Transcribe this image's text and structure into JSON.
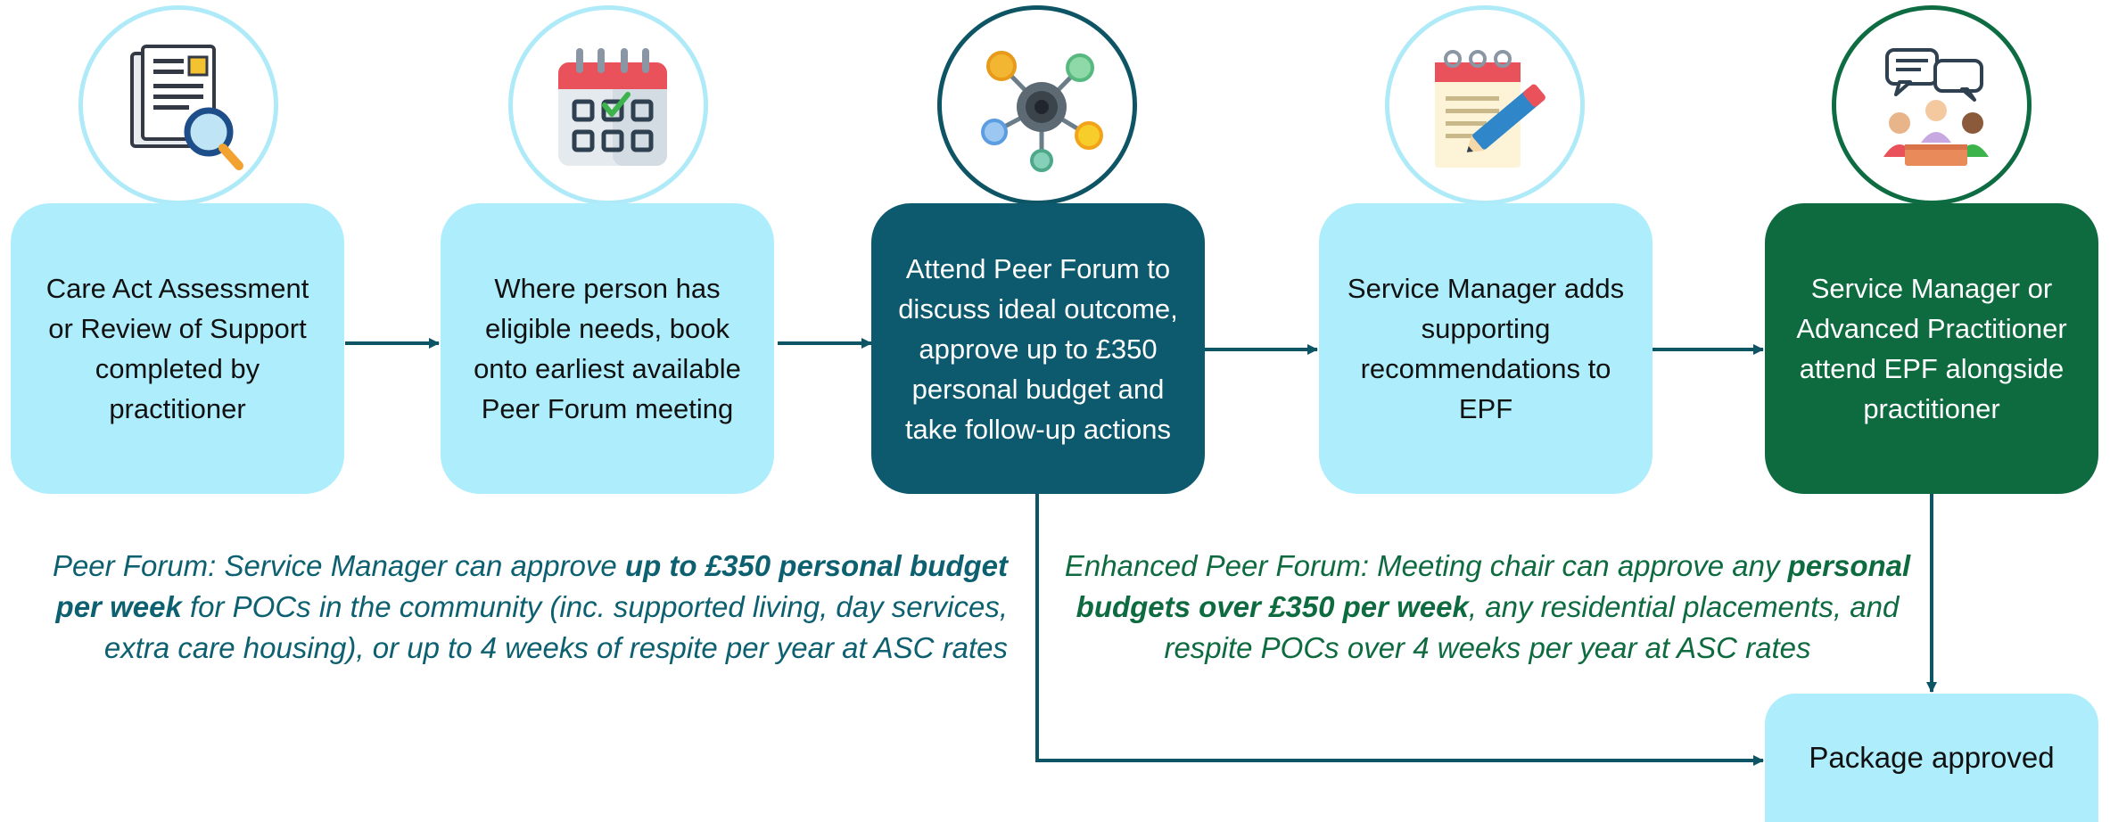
{
  "steps": [
    {
      "label": "Care Act Assessment or Review of Support completed by practitioner",
      "icon": "document-search-icon",
      "style": "light"
    },
    {
      "label": "Where person has eligible needs, book onto earliest available Peer Forum meeting",
      "icon": "calendar-check-icon",
      "style": "light"
    },
    {
      "label": "Attend Peer Forum to discuss ideal outcome, approve up to £350 personal budget and take follow-up actions",
      "icon": "network-hub-icon",
      "style": "teal"
    },
    {
      "label": "Service Manager adds supporting recommendations to EPF",
      "icon": "notepad-pencil-icon",
      "style": "light"
    },
    {
      "label": "Service Manager or Advanced Practitioner attend EPF alongside practitioner",
      "icon": "meeting-discussion-icon",
      "style": "green"
    }
  ],
  "final": {
    "label": "Package approved"
  },
  "notes": {
    "peer_forum": {
      "part1": "Peer Forum: Service Manager can approve ",
      "bold": "up to £350 personal budget per week",
      "part2": " for POCs in the community (inc. supported living, day services, extra care housing), or up to 4 weeks of respite per year at ASC rates"
    },
    "enhanced": {
      "part1": "Enhanced Peer Forum: Meeting chair can approve any ",
      "bold": "personal budgets over £350 per week",
      "part2": ", any residential placements, and respite POCs over 4 weeks per year at ASC rates"
    }
  },
  "colors": {
    "light_box": "#aeeefc",
    "teal_box": "#0d5a6e",
    "green_box": "#0e6b40",
    "arrow": "#0d5465",
    "left_note_text": "#0d6070",
    "right_note_text": "#0e6b40"
  }
}
